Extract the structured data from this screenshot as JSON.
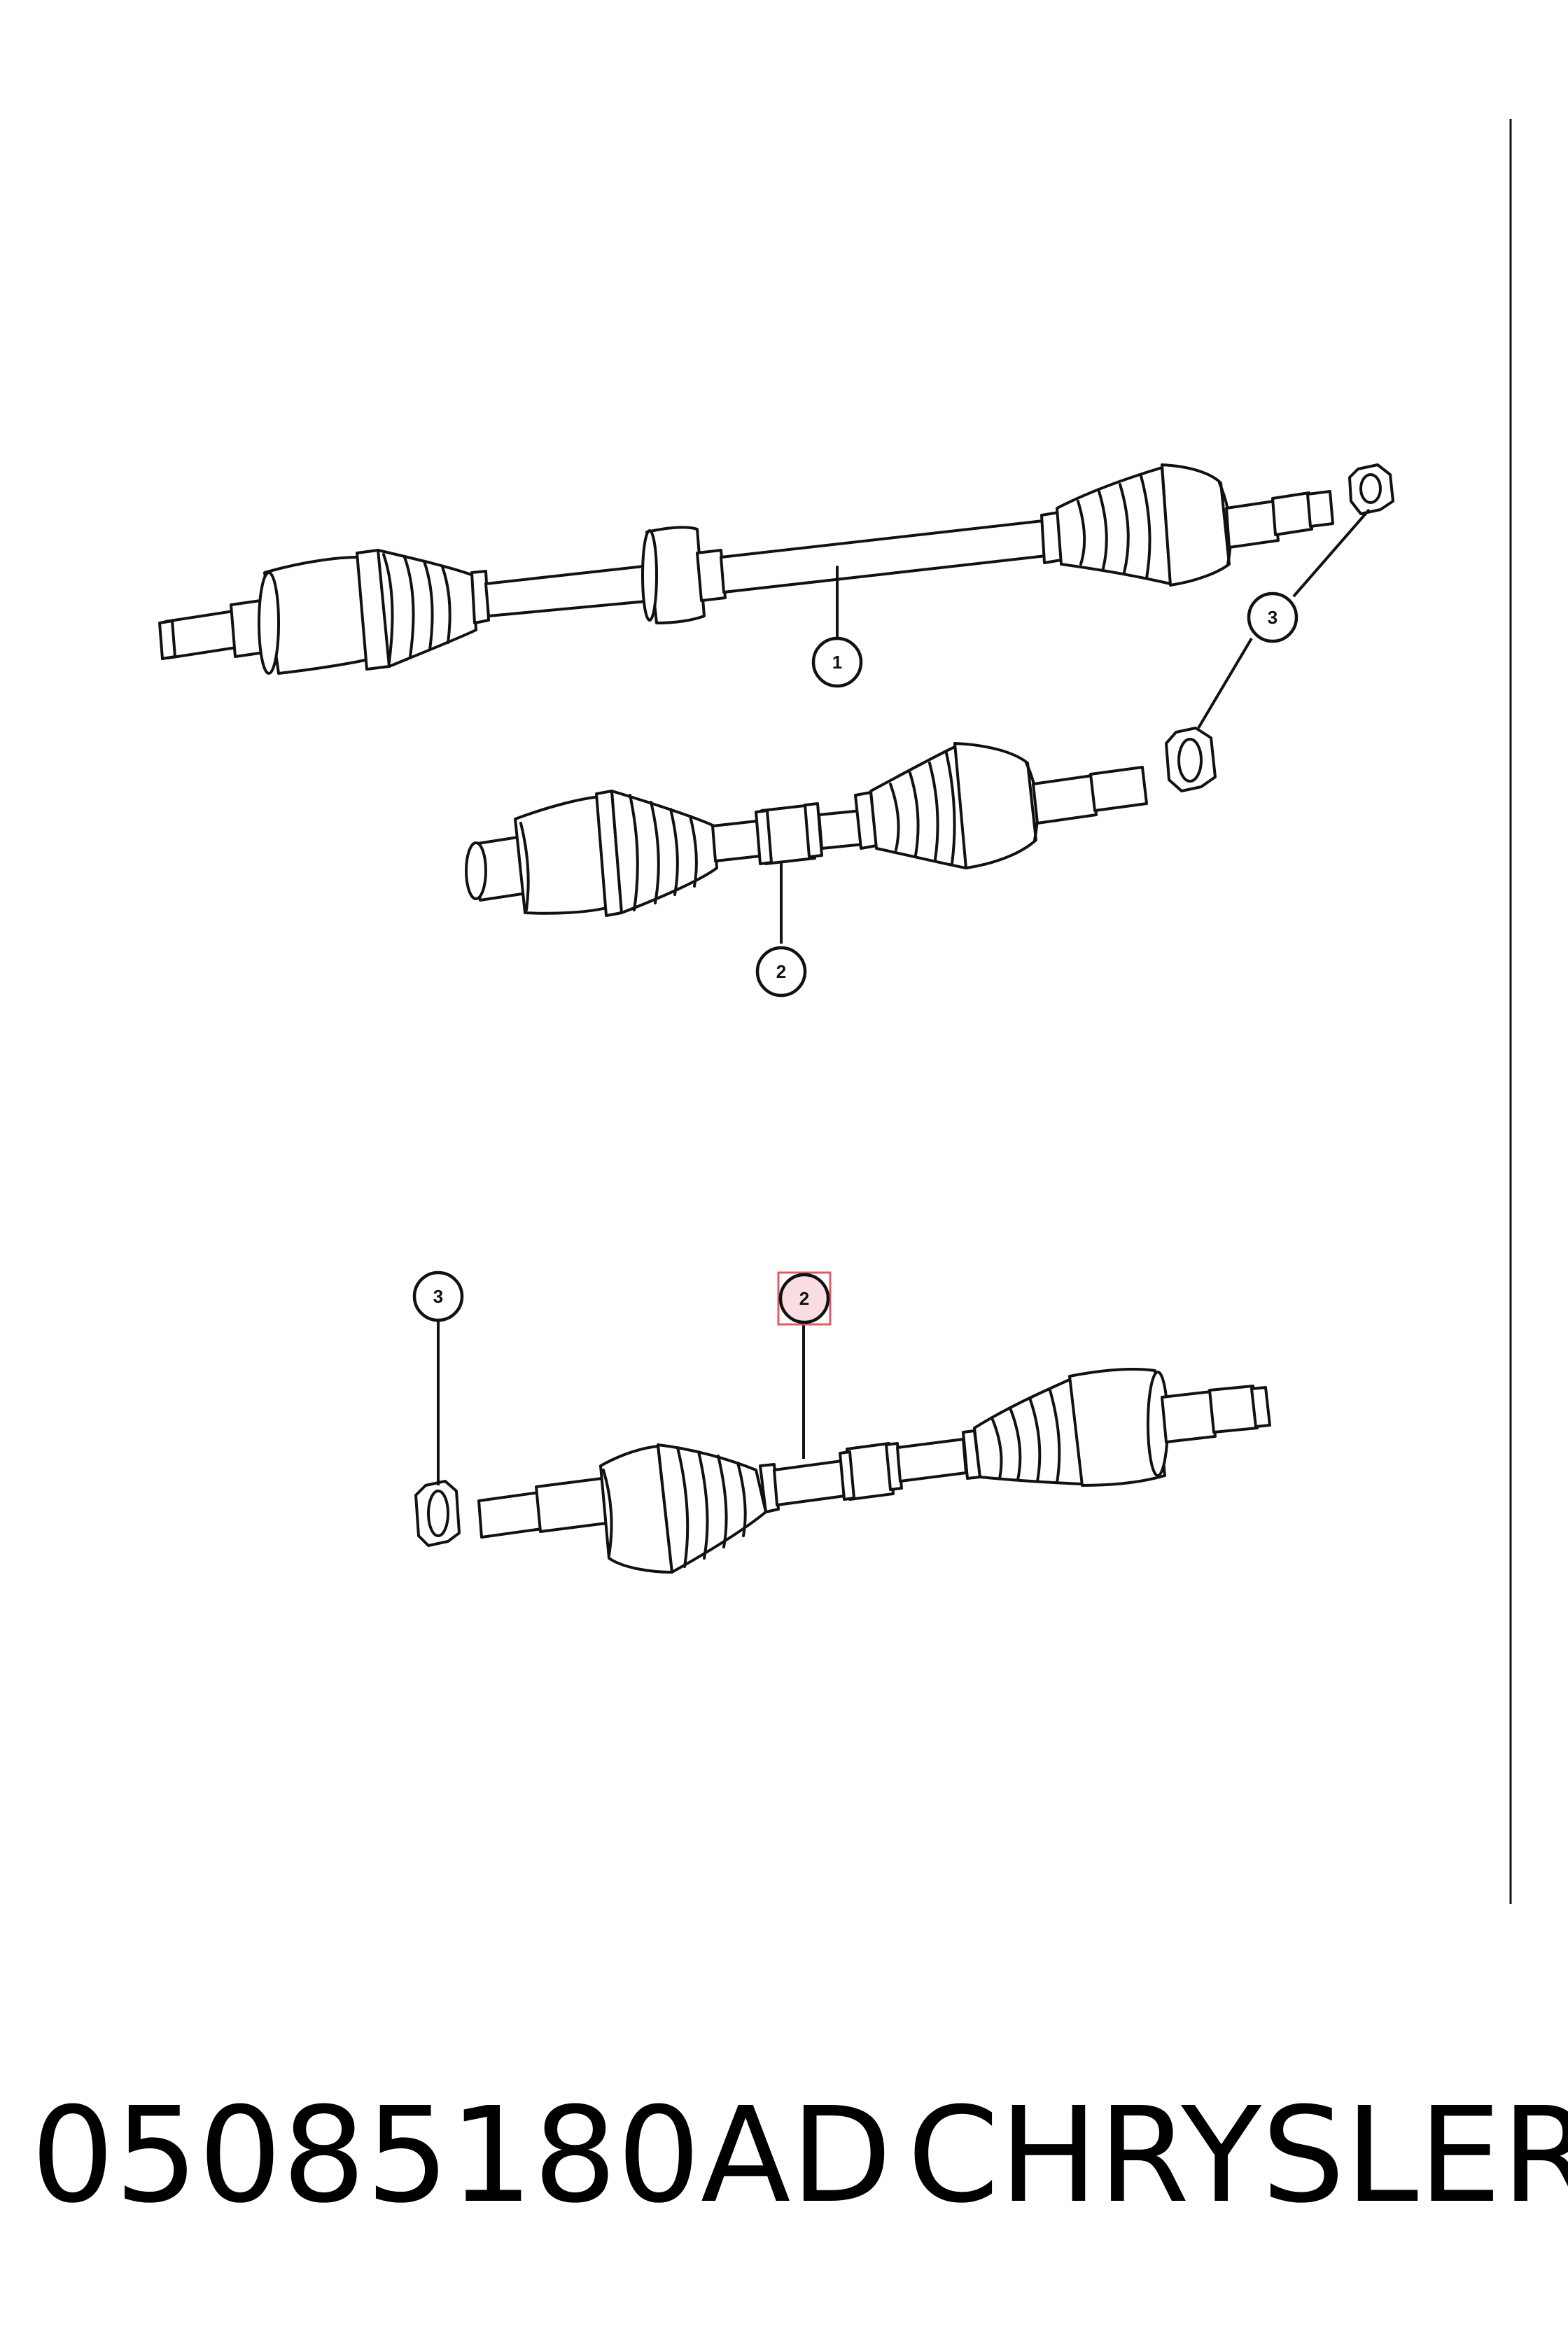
{
  "callouts": {
    "top_shaft": "1",
    "middle_shaft": "2",
    "nut_top": "3",
    "lower_shaft": "2",
    "nut_lower": "3"
  },
  "footer": {
    "part_number": "05085180AD",
    "brand": "CHRYSLER"
  },
  "highlight": {
    "selected_callout": "2",
    "color": "#e05a66"
  }
}
